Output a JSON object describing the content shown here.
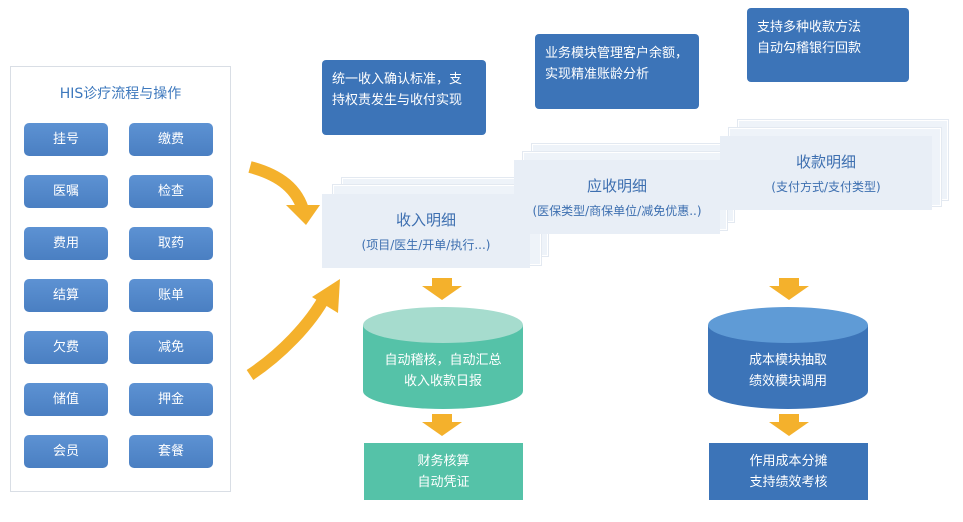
{
  "panel": {
    "title": "HIS诊疗流程与操作",
    "items": [
      "挂号",
      "缴费",
      "医嘱",
      "检查",
      "费用",
      "取药",
      "结算",
      "账单",
      "欠费",
      "减免",
      "储值",
      "押金",
      "会员",
      "套餐"
    ]
  },
  "bubbles": {
    "b1": [
      "统一收入确认标准，支",
      "持权责发生与收付实现"
    ],
    "b2": [
      "业务模块管理客户余额，",
      "实现精准账龄分析"
    ],
    "b3": [
      "支持多种收款方法",
      "自动勾稽银行回款"
    ]
  },
  "sheets": {
    "income": {
      "title": "收入明细",
      "sub": "(项目/医生/开单/执行...)"
    },
    "receivable": {
      "title": "应收明细",
      "sub": "(医保类型/商保单位/减免优惠..)"
    },
    "collection": {
      "title": "收款明细",
      "sub": "(支付方式/支付类型)"
    }
  },
  "cylinders": {
    "left": [
      "自动稽核，自动汇总",
      "收入收款日报"
    ],
    "right": [
      "成本模块抽取",
      "绩效模块调用"
    ]
  },
  "outputs": {
    "left": [
      "财务核算",
      "自动凭证"
    ],
    "right": [
      "作用成本分摊",
      "支持绩效考核"
    ]
  },
  "colors": {
    "blue": "#4a7fc2",
    "teal": "#55c2a8",
    "arrow": "#f4b12c"
  }
}
